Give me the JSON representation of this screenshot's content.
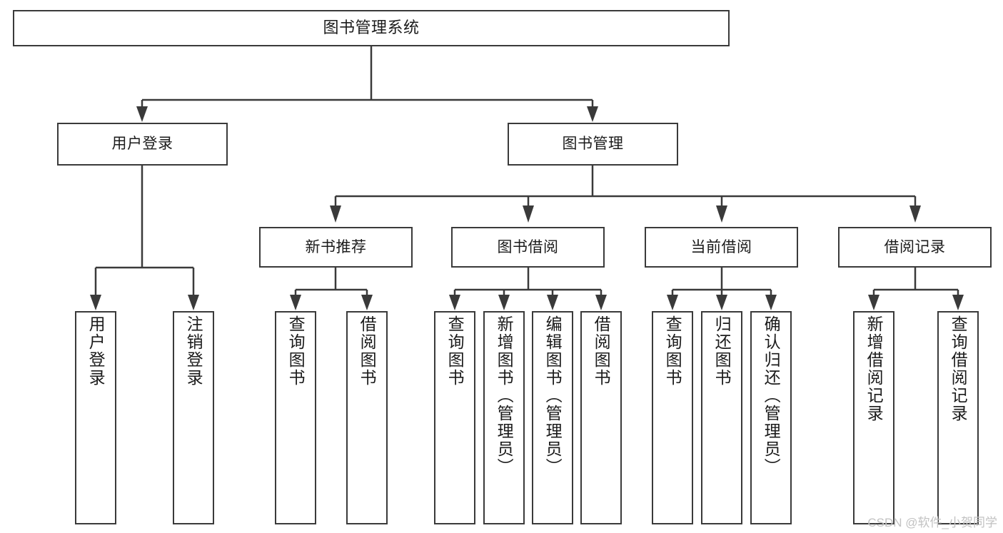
{
  "diagram": {
    "title": "图书管理系统",
    "type": "hierarchy-tree",
    "levels": 4,
    "root": {
      "id": "root",
      "label": "图书管理系统"
    },
    "level2": [
      {
        "id": "user-login",
        "label": "用户登录"
      },
      {
        "id": "book-manage",
        "label": "图书管理"
      }
    ],
    "level3": [
      {
        "id": "new-book-recommend",
        "label": "新书推荐",
        "parent": "book-manage"
      },
      {
        "id": "book-borrow",
        "label": "图书借阅",
        "parent": "book-manage"
      },
      {
        "id": "current-borrow",
        "label": "当前借阅",
        "parent": "book-manage"
      },
      {
        "id": "borrow-record",
        "label": "借阅记录",
        "parent": "book-manage"
      }
    ],
    "leaves": {
      "user_login": [
        {
          "id": "leaf-user-login",
          "label": "用户登录"
        },
        {
          "id": "leaf-user-logout",
          "label": "注销登录"
        }
      ],
      "new_book_recommend": [
        {
          "id": "leaf-query-book-1",
          "label": "查询图书"
        },
        {
          "id": "leaf-borrow-book-1",
          "label": "借阅图书"
        }
      ],
      "book_borrow": [
        {
          "id": "leaf-query-book-2",
          "label": "查询图书"
        },
        {
          "id": "leaf-add-book",
          "label": "新增图书（管理员）"
        },
        {
          "id": "leaf-edit-book",
          "label": "编辑图书（管理员）"
        },
        {
          "id": "leaf-borrow-book-2",
          "label": "借阅图书"
        }
      ],
      "current_borrow": [
        {
          "id": "leaf-query-book-3",
          "label": "查询图书"
        },
        {
          "id": "leaf-return-book",
          "label": "归还图书"
        },
        {
          "id": "leaf-confirm-return",
          "label": "确认归还（管理员）"
        }
      ],
      "borrow_record": [
        {
          "id": "leaf-add-record",
          "label": "新增借阅记录"
        },
        {
          "id": "leaf-query-record",
          "label": "查询借阅记录"
        }
      ]
    }
  },
  "watermark": {
    "text": "CSDN @软件_小贺同学"
  },
  "colors": {
    "stroke": "#3a3a3a",
    "box_fill": "#ffffff",
    "text": "#1b1b1b",
    "watermark": "#c2c2c2",
    "background": "#ffffff"
  }
}
